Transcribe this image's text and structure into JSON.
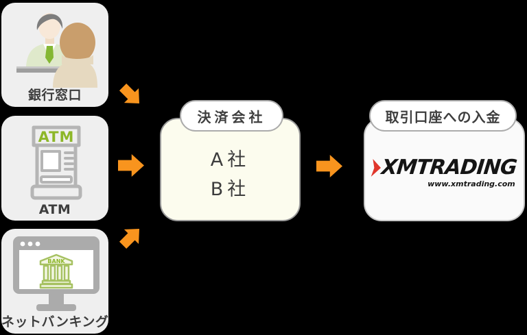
{
  "diagram": {
    "sources": [
      {
        "label": "銀行窓口"
      },
      {
        "label": "ATM",
        "machine_text": "ATM"
      },
      {
        "label": "ネットバンキング",
        "screen_text": "BANK"
      }
    ],
    "payment_company": {
      "title": "決済会社",
      "companies": [
        "A社",
        "B社"
      ]
    },
    "destination": {
      "title": "取引口座への入金",
      "logo_text": "XMTRADING",
      "logo_subtext": "www.xmtrading.com"
    },
    "colors": {
      "arrow_orange": "#F8941E",
      "source_box_fill": "#EFEFEF",
      "payment_box_fill": "#FCFCEE",
      "payment_box_border": "#9A9A9A",
      "destination_box_fill": "#FAFAFA",
      "pill_border": "#ABABAB",
      "label_text": "#3E3E3E",
      "icon_green": "#8DB728",
      "icon_gray": "#B5B5B5",
      "logo_black": "#151515",
      "logo_red": "#E0362C"
    }
  }
}
